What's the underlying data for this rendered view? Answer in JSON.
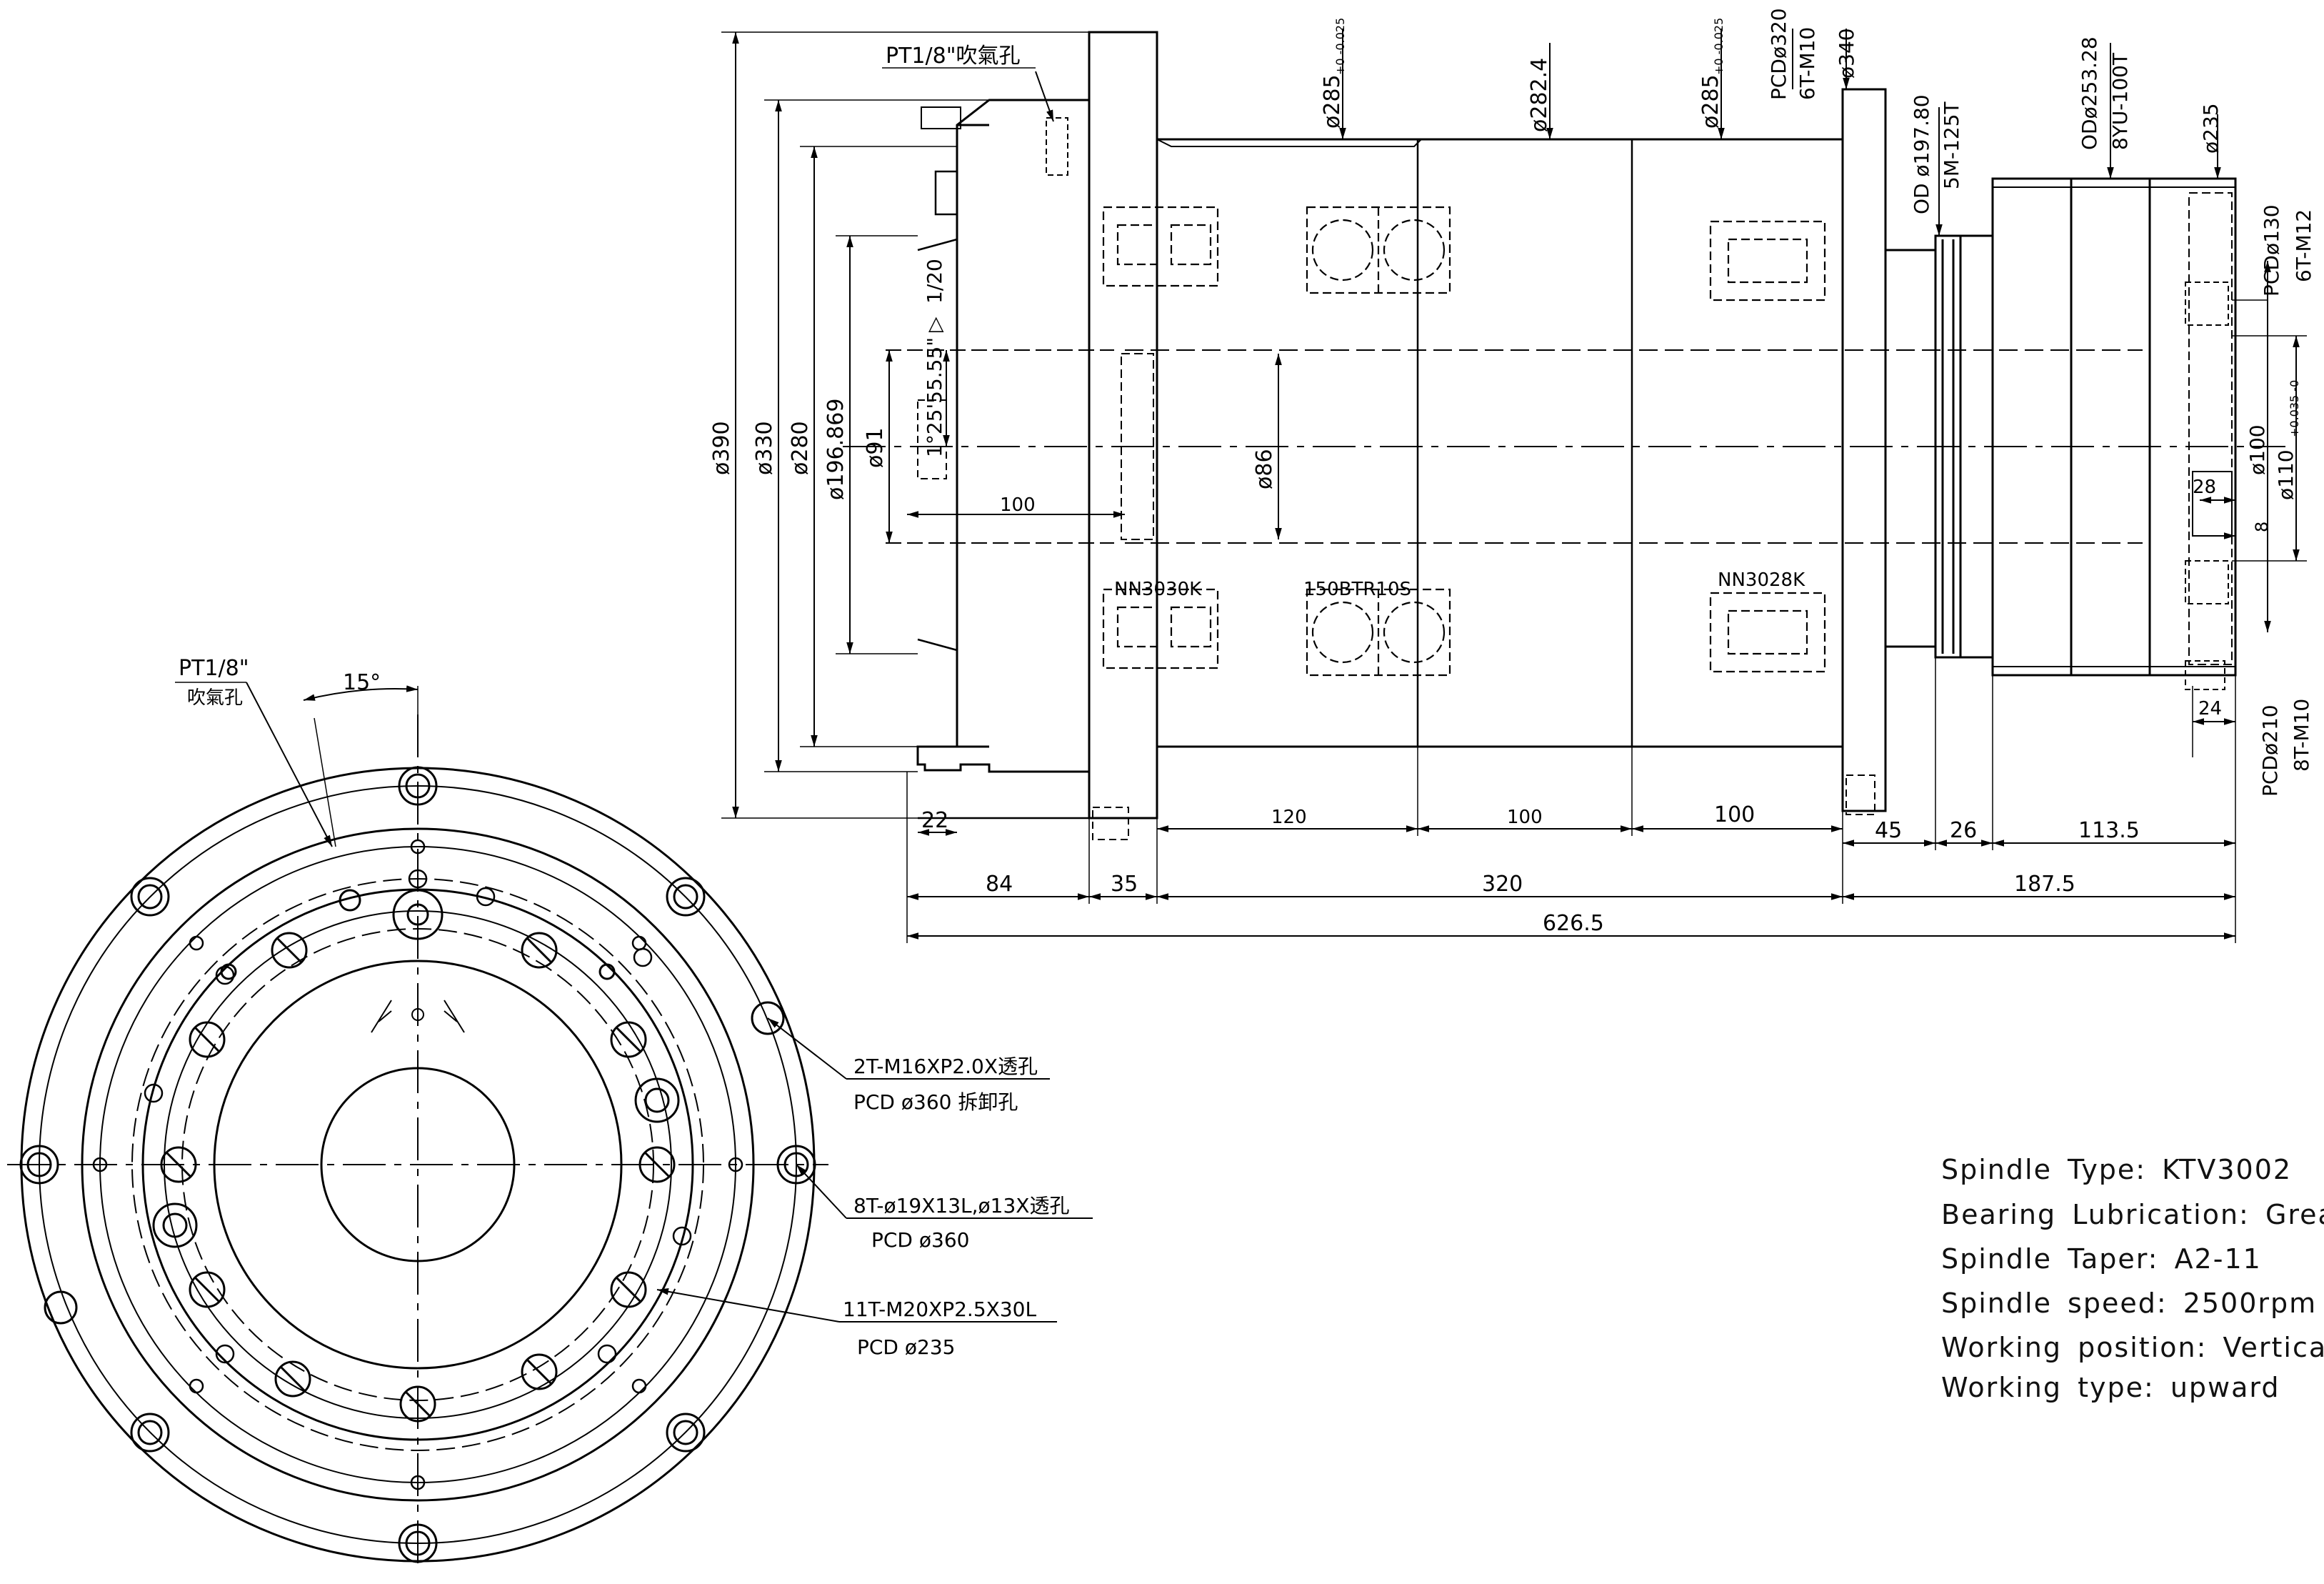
{
  "side_view": {
    "labels": {
      "blow_hole_top": "PT1/8\"吹氣孔",
      "taper_ratio": "1/20",
      "taper_angle": "1°25'55.55\"",
      "bearing_front": "NN3030K",
      "bearing_mid": "150BTR10S",
      "bearing_rear": "NN3028K"
    },
    "diameters_left": [
      "ø390",
      "ø330",
      "ø280",
      "ø196.869",
      "ø91"
    ],
    "diameter_bore": "ø86",
    "top_dims": {
      "d285_front": "ø285",
      "d285_front_tol": "+0 -0.025",
      "d282": "ø282.4",
      "d285_rear": "ø285",
      "d285_rear_tol": "+0 -0.025",
      "pcd320": "PCDø320",
      "m10_6t": "6T-M10",
      "d340": "ø340",
      "od197": "OD ø197.80",
      "belt_5m": "5M-125T",
      "od253": "ODø253.28",
      "belt_8yu": "8YU-100T",
      "d235": "ø235"
    },
    "right_dims": {
      "pcd130": "PCDø130",
      "m12_6t": "6T-M12",
      "d100": "ø100",
      "d110": "ø110",
      "d110_tol": "+0.035 -0",
      "len28": "28",
      "len8": "8",
      "len24": "24",
      "pcd210": "PCDø210",
      "m10_8t": "8T-M10"
    },
    "lengths": {
      "l100_inner": "100",
      "l22": "22",
      "l120": "120",
      "l100_a": "100",
      "l100_b": "100",
      "l45": "45",
      "l26": "26",
      "l113": "113.5",
      "l84": "84",
      "l35": "35",
      "l320": "320",
      "l187": "187.5",
      "l626": "626.5"
    }
  },
  "front_view": {
    "label_pt": "PT1/8\"",
    "label_pt_sub": "吹氣孔",
    "angle": "15°",
    "callout_m16": "2T-M16XP2.0X透孔",
    "callout_m16_pcd": "PCD ø360 拆卸孔",
    "callout_19": "8T-ø19X13L,ø13X透孔",
    "callout_19_pcd": "PCD ø360",
    "callout_m20": "11T-M20XP2.5X30L",
    "callout_m20_pcd": "PCD ø235"
  },
  "specs": {
    "type": "Spindle Type: KTV3002",
    "lubrication": "Bearing Lubrication: Grease",
    "taper": "Spindle Taper: A2-11",
    "speed": "Spindle speed: 2500rpm",
    "position": "Working position: Vertical",
    "working_type": "Working type: upward"
  }
}
